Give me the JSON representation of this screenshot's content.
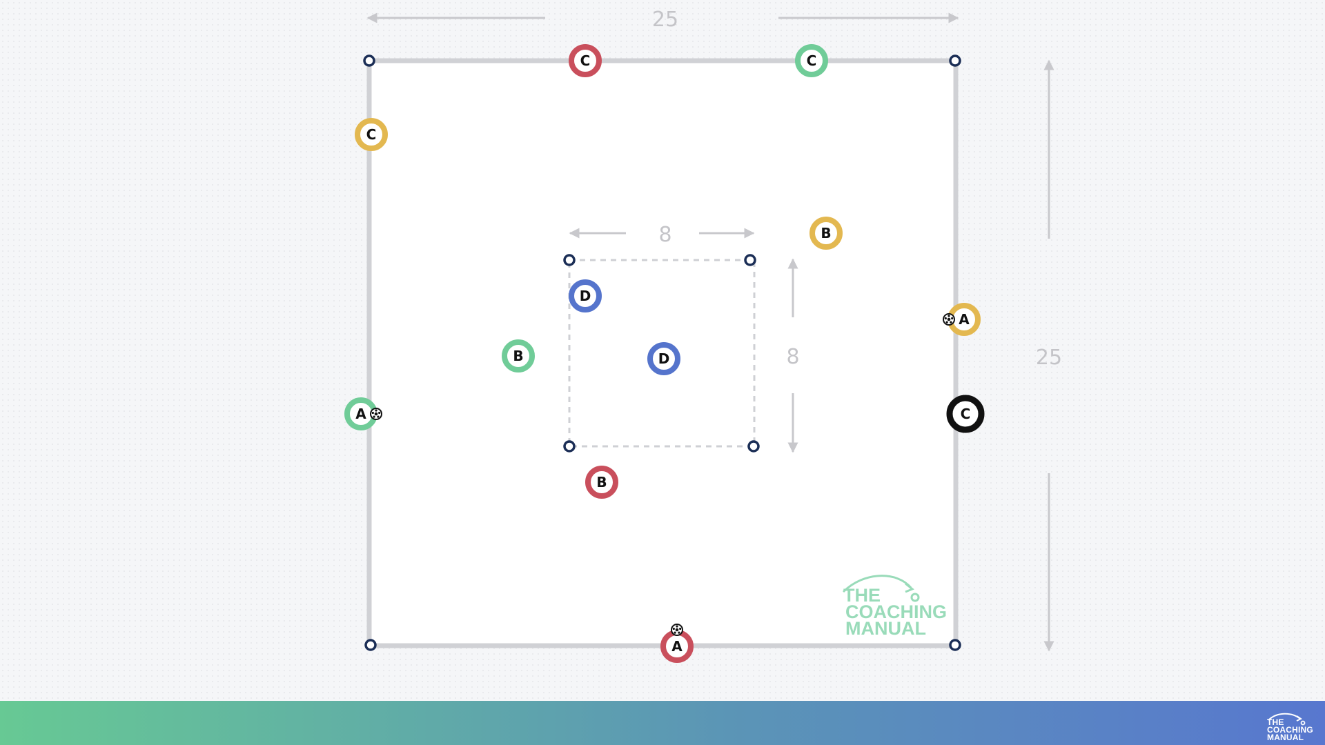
{
  "colors": {
    "red": "#c94f5c",
    "green": "#70cc98",
    "yellow": "#e3b850",
    "blue": "#5574cc",
    "black": "#111111",
    "field_line": "#d0d1d5",
    "cone": "#1b2e56",
    "dimension": "#c4c4c8",
    "watermark": "#8ed8b2"
  },
  "dimensions": {
    "outer_width": "25",
    "outer_height": "25",
    "inner_width": "8",
    "inner_height": "8"
  },
  "players": {
    "red_c_top": "C",
    "green_c_top": "C",
    "yellow_c_left": "C",
    "yellow_b": "B",
    "blue_d_1": "D",
    "green_b": "B",
    "blue_d_2": "D",
    "yellow_a": "A",
    "green_a": "A",
    "black_c": "C",
    "red_b": "B",
    "red_a": "A"
  },
  "ball_icon": "soccer-ball-icon",
  "cone_icon": "cone-marker-icon",
  "watermark": {
    "line1": "THE",
    "line2": "COACHING",
    "line3": "MANUAL"
  },
  "footer_logo": {
    "line1": "THE",
    "line2": "COACHING",
    "line3": "MANUAL"
  }
}
